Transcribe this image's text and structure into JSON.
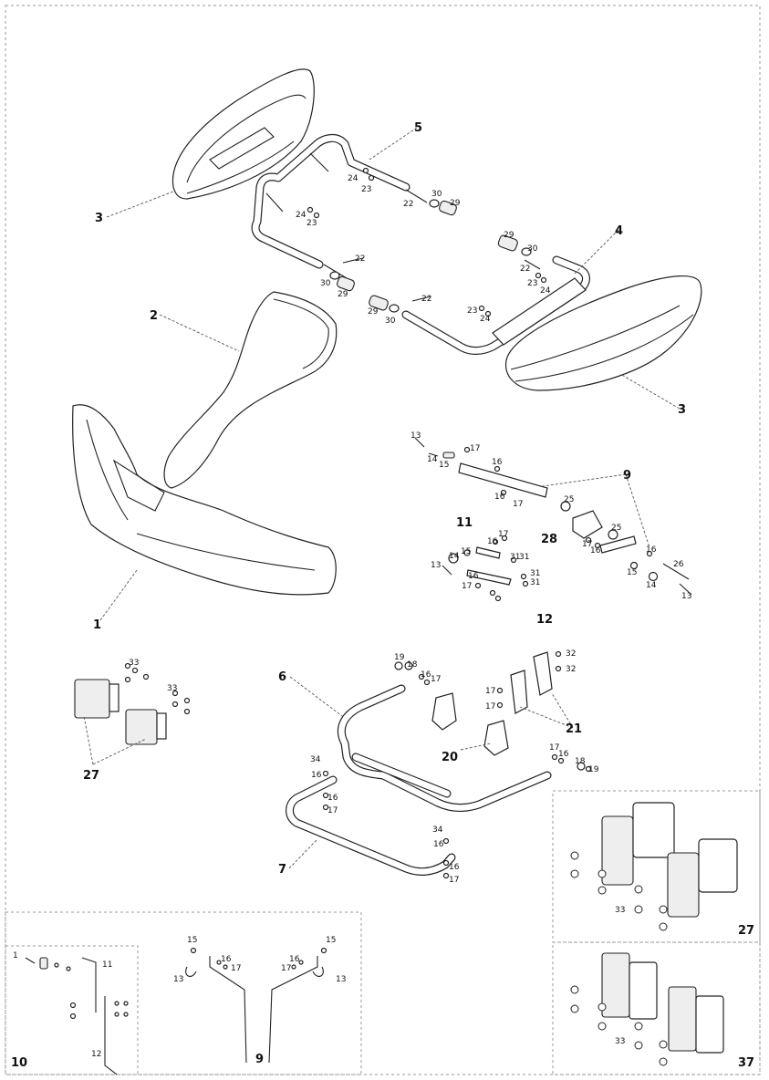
{
  "main_labels": {
    "l3a": "3",
    "l5": "5",
    "l4": "4",
    "l2": "2",
    "l3b": "3",
    "l1": "1",
    "l9": "9",
    "l11": "11",
    "l28": "28",
    "l12": "12",
    "l6": "6",
    "l21": "21",
    "l20": "20",
    "l27": "27",
    "l7": "7"
  },
  "small_labels": {
    "s24a": "24",
    "s23a": "23",
    "s22a": "22",
    "s30a": "30",
    "s29a": "29",
    "s24b": "24",
    "s23b": "23",
    "s22b": "22",
    "s30b": "30",
    "s29b": "29",
    "s29c": "29",
    "s30c": "30",
    "s22c": "22",
    "s29d": "29",
    "s30d": "30",
    "s22d": "22",
    "s23c": "23",
    "s24c": "24",
    "s23d": "23",
    "s24d": "24",
    "s13a": "13",
    "s17a": "17",
    "s14a": "14",
    "s15a": "15",
    "s16a": "16",
    "s16b": "16",
    "s17b": "17",
    "s25a": "25",
    "s25b": "25",
    "s17c": "17",
    "s16c": "16",
    "s16d": "16",
    "s26": "26",
    "s15b": "15",
    "s14b": "14",
    "s13b": "13",
    "s17d": "17",
    "s16e": "16",
    "s31a": "31",
    "s31b": "31",
    "s15c": "15",
    "s14c": "14",
    "s13c": "13",
    "s16f": "16",
    "s17e": "17",
    "s31c": "31",
    "s31d": "31",
    "s33a": "33",
    "s33b": "33",
    "s19a": "19",
    "s18a": "18",
    "s16g": "16",
    "s17f": "17",
    "s32a": "32",
    "s32b": "32",
    "s17g": "17",
    "s17h": "17",
    "s17i": "17",
    "s16h": "16",
    "s18b": "18",
    "s19b": "19",
    "s34a": "34",
    "s16i": "16",
    "s16j": "16",
    "s17j": "17",
    "s34b": "34",
    "s16k": "16",
    "s16l": "16",
    "s17k": "17"
  },
  "inset_27": {
    "label": "27",
    "part_label": "33"
  },
  "inset_37": {
    "label": "37",
    "part_label": "33"
  },
  "inset_10": {
    "label": "10",
    "label_11": "11",
    "label_12": "12",
    "label_1": "1"
  },
  "inset_9": {
    "label": "9",
    "left": {
      "l15": "15",
      "l16": "16",
      "l17": "17",
      "l13": "13"
    },
    "right": {
      "l15": "15",
      "l16": "16",
      "l17": "17",
      "l13": "13"
    }
  }
}
